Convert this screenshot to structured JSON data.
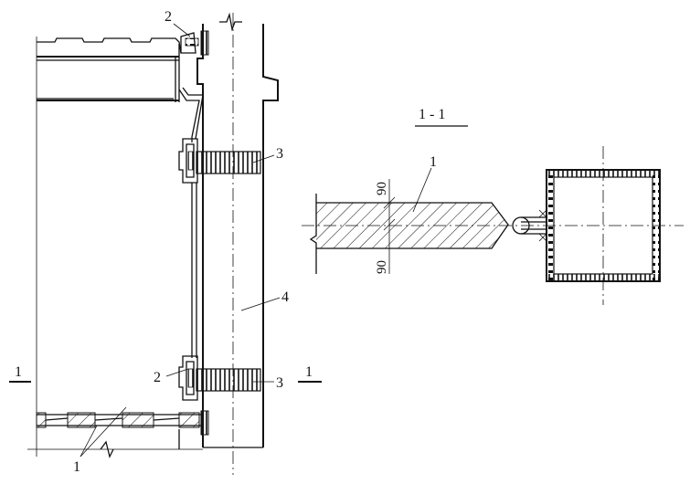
{
  "labels": {
    "callout_1_bottom": "1",
    "callout_2_top": "2",
    "callout_2_lower": "2",
    "callout_3_upper": "3",
    "callout_3_lower": "3",
    "callout_4": "4",
    "section_mark_left": "1",
    "section_mark_right": "1",
    "section_title": "1 - 1",
    "section_callout_1": "1",
    "dim_90_top": "90",
    "dim_90_bottom": "90"
  }
}
